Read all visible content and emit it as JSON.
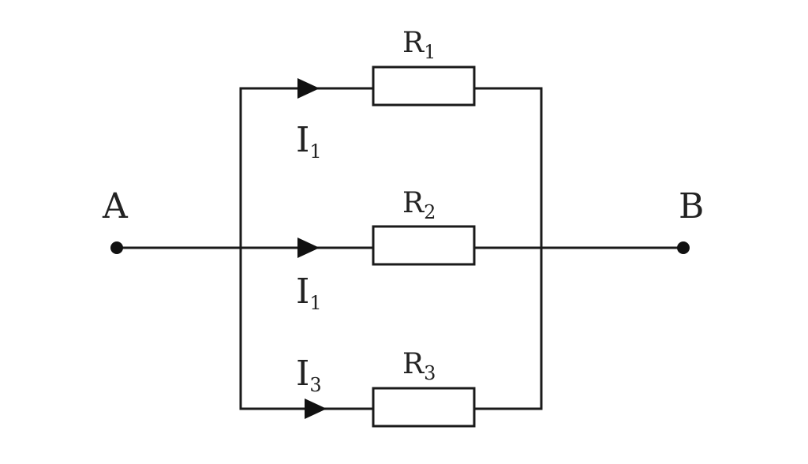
{
  "terminals": {
    "left": "A",
    "right": "B"
  },
  "branches": [
    {
      "resistor": {
        "base": "R",
        "sub": "1"
      },
      "current": {
        "base": "I",
        "sub": "1"
      }
    },
    {
      "resistor": {
        "base": "R",
        "sub": "2"
      },
      "current": {
        "base": "I",
        "sub": "1"
      }
    },
    {
      "resistor": {
        "base": "R",
        "sub": "3"
      },
      "current": {
        "base": "I",
        "sub": "3"
      }
    }
  ],
  "colors": {
    "line": "#1a1a1a",
    "background": "#ffffff"
  }
}
